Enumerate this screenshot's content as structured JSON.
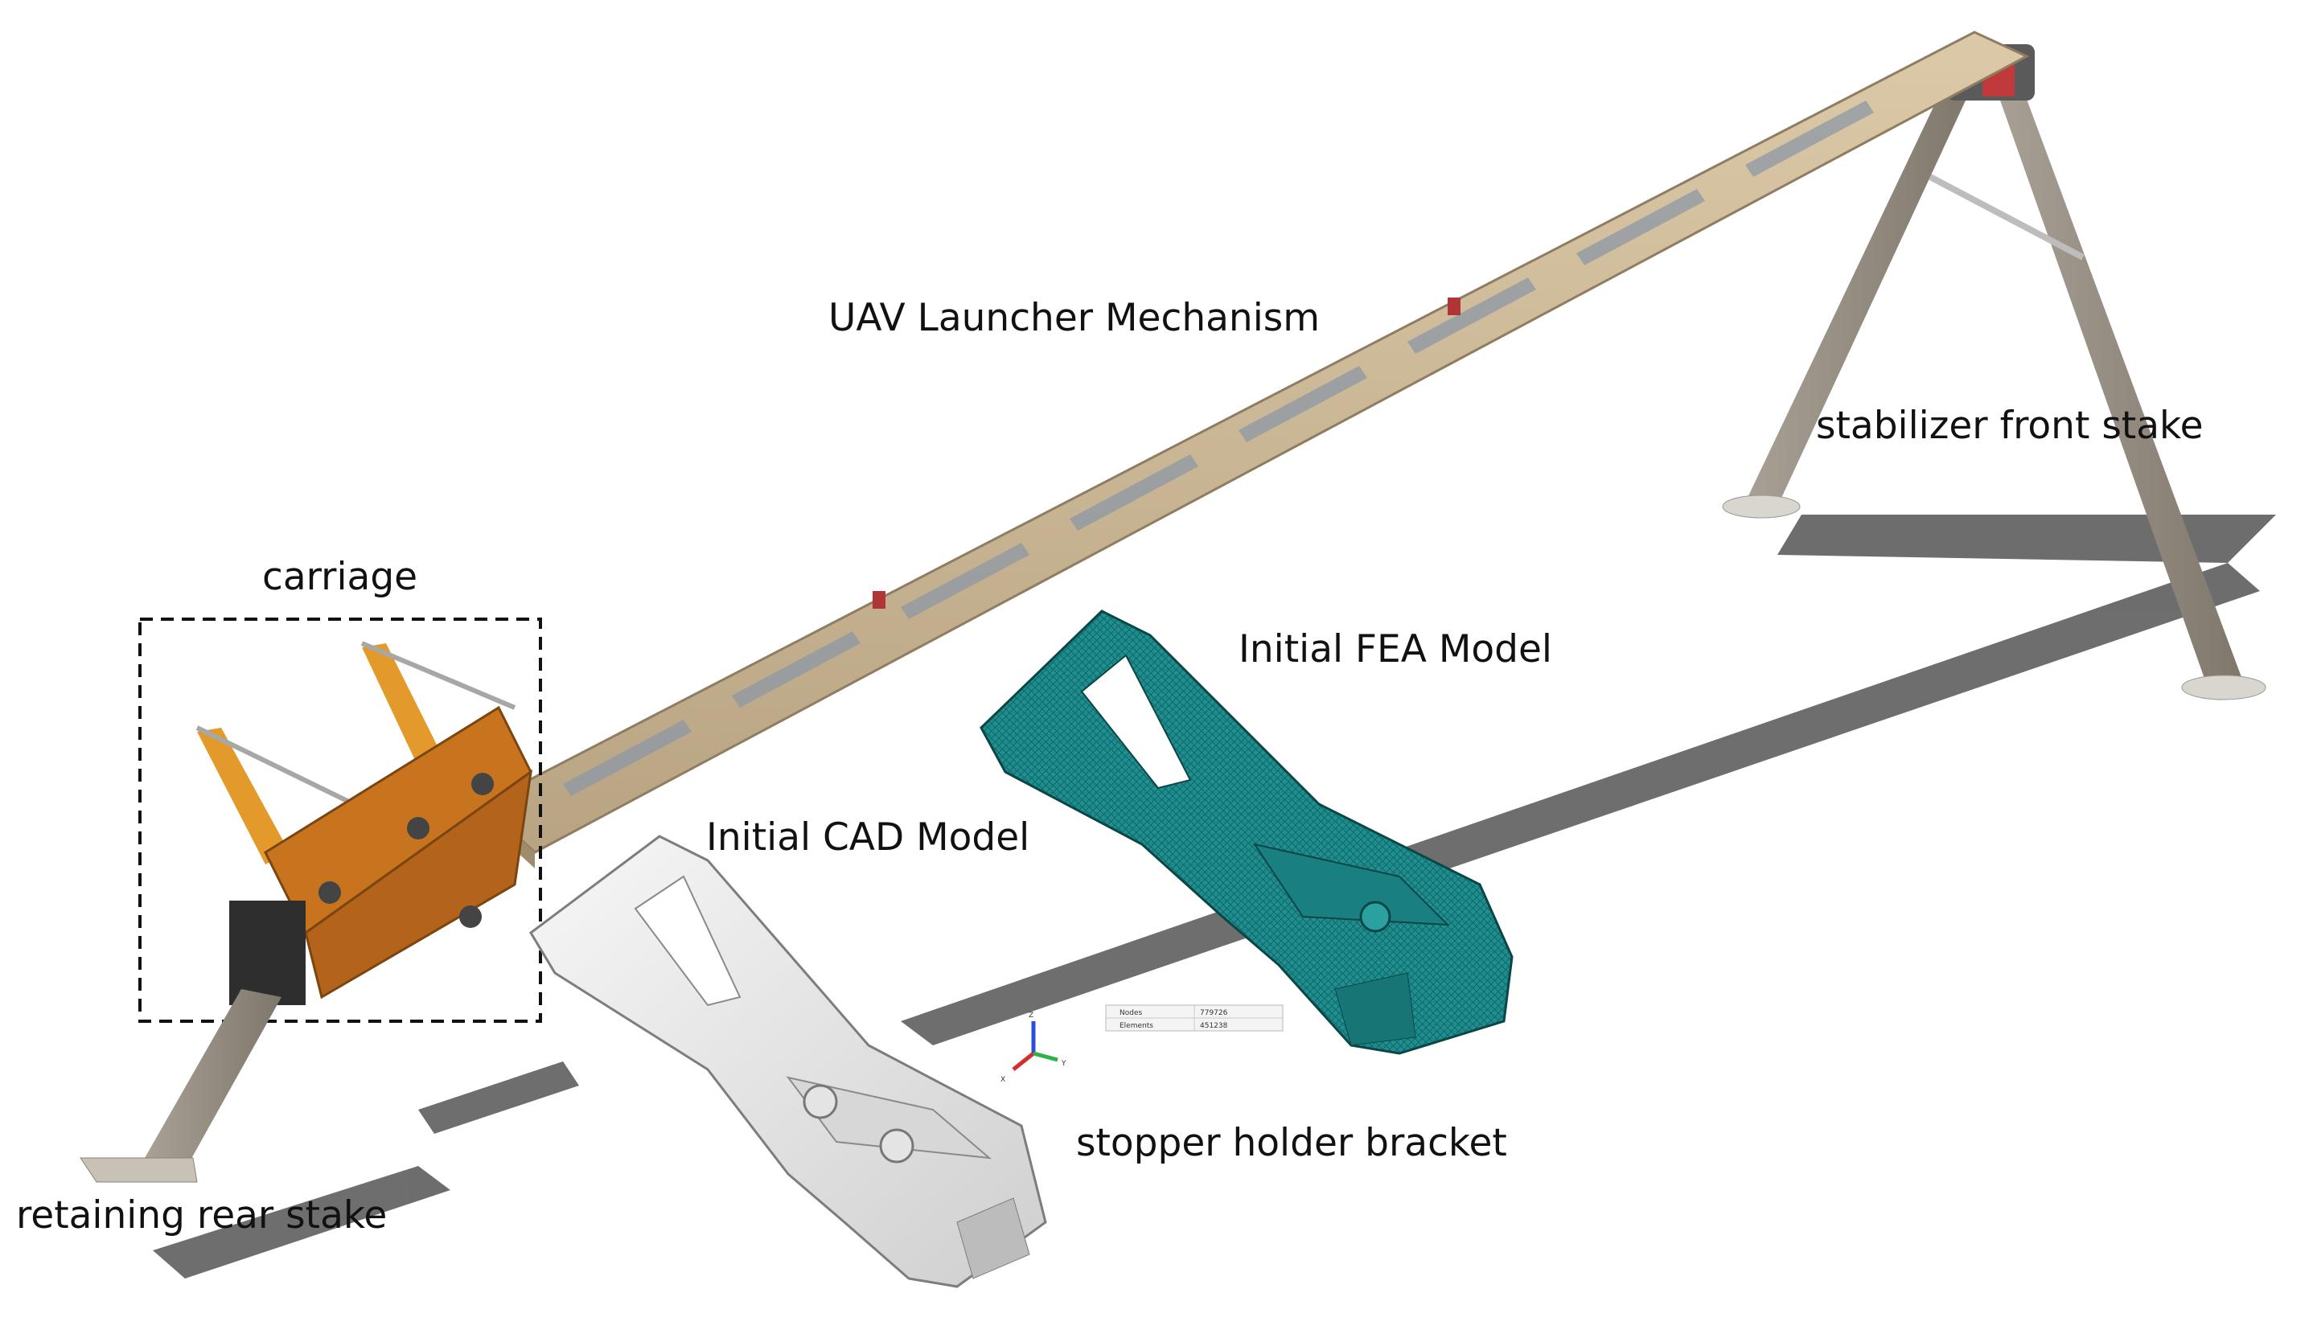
{
  "labels": {
    "main_title": "UAV Launcher Mechanism",
    "front_stake": "stabilizer front stake",
    "carriage": "carriage",
    "fea_model": "Initial FEA Model",
    "cad_model": "Initial CAD Model",
    "bracket": "stopper holder bracket",
    "rear_stake": "retaining rear stake"
  },
  "mesh_info": {
    "rows": [
      {
        "name": "Nodes",
        "value": "779726"
      },
      {
        "name": "Elements",
        "value": "451238"
      }
    ]
  },
  "axis_triad": {
    "z": "Z",
    "x": "X",
    "y": "Y"
  },
  "colors": {
    "rail": "#cdb99a",
    "carriage": "#c8741f",
    "fea_mesh": "#1e8e8f",
    "cad_body": "#ededed",
    "stake": "#9b9285",
    "shadow": "#5e5e5e"
  }
}
